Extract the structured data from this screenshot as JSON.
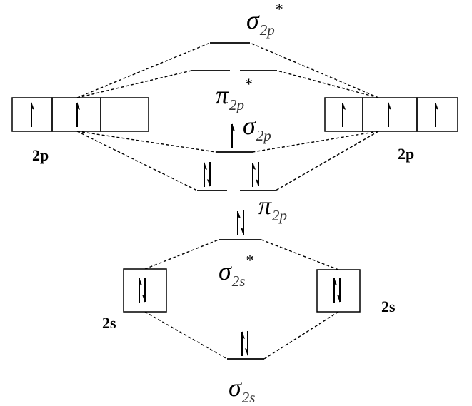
{
  "atomic_orbitals": {
    "left_2p_label": "2p",
    "right_2p_label": "2p",
    "left_2s_label": "2s",
    "right_2s_label": "2s",
    "left_2p_electrons": [
      "up",
      "up",
      "empty"
    ],
    "right_2p_electrons": [
      "up",
      "up",
      "up"
    ],
    "left_2s_electrons": "pair",
    "right_2s_electrons": "pair"
  },
  "molecular_orbitals": {
    "sigma_2p_star": {
      "symbol": "σ",
      "subscript": "2p",
      "superscript": "*",
      "electrons": []
    },
    "pi_2p_star": {
      "symbol": "π",
      "subscript": "2p",
      "superscript": "*",
      "electrons": [
        "empty",
        "empty"
      ]
    },
    "sigma_2p": {
      "symbol": "σ",
      "subscript": "2p",
      "superscript": "",
      "electrons": [
        "up"
      ]
    },
    "pi_2p": {
      "symbol": "π",
      "subscript": "2p",
      "superscript": "",
      "electrons": [
        "pair",
        "pair"
      ]
    },
    "sigma_2s_star": {
      "symbol": "σ",
      "subscript": "2s",
      "superscript": "*",
      "electrons": [
        "pair"
      ]
    },
    "sigma_2s": {
      "symbol": "σ",
      "subscript": "2s",
      "superscript": "",
      "electrons": [
        "pair"
      ]
    }
  }
}
